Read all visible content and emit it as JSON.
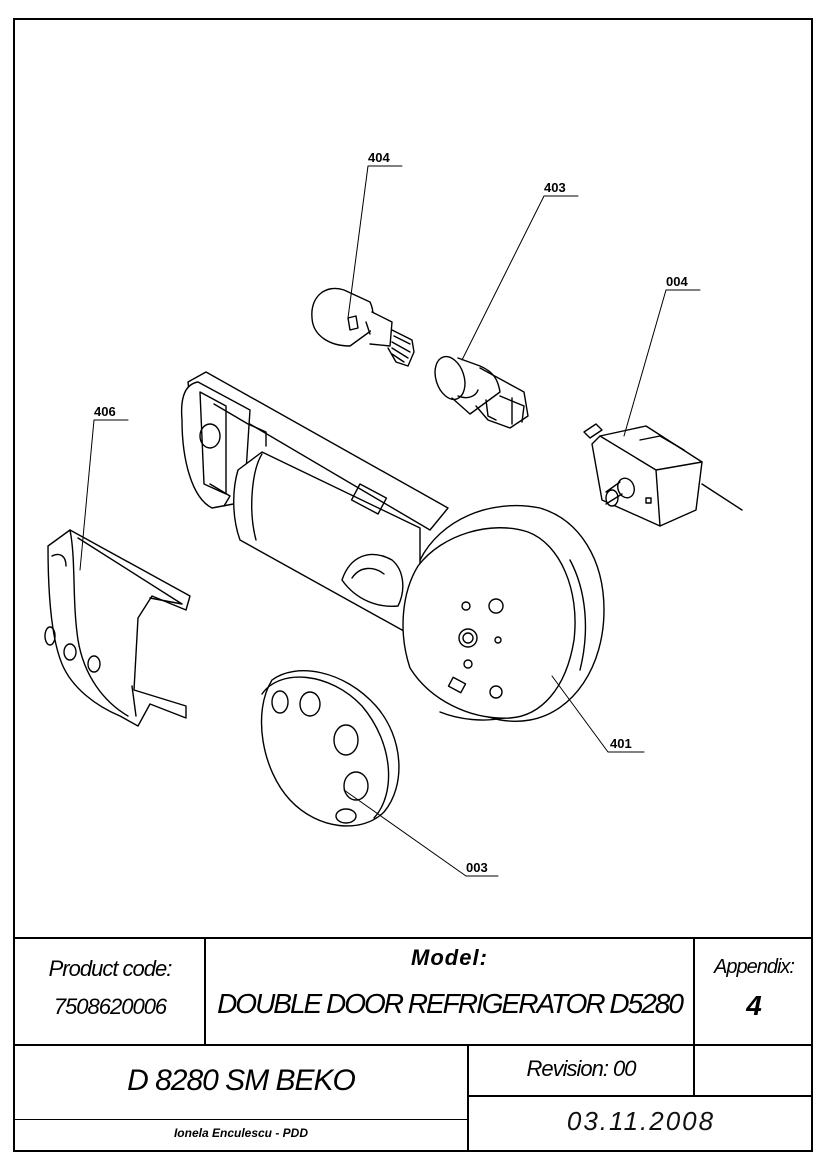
{
  "callouts": [
    {
      "id": "404",
      "label": "404"
    },
    {
      "id": "403",
      "label": "403"
    },
    {
      "id": "004",
      "label": "004"
    },
    {
      "id": "406",
      "label": "406"
    },
    {
      "id": "401",
      "label": "401"
    },
    {
      "id": "003",
      "label": "003"
    }
  ],
  "title_block": {
    "product_code_label": "Product code:",
    "product_code": "7508620006",
    "model_label": "Model:",
    "model_name": "DOUBLE DOOR REFRIGERATOR D5280",
    "appendix_label": "Appendix:",
    "appendix_number": "4",
    "product_name": "D 8280 SM BEKO",
    "revision": "Revision: 00",
    "author": "Ionela Enculescu - PDD",
    "date": "03.11.2008"
  }
}
